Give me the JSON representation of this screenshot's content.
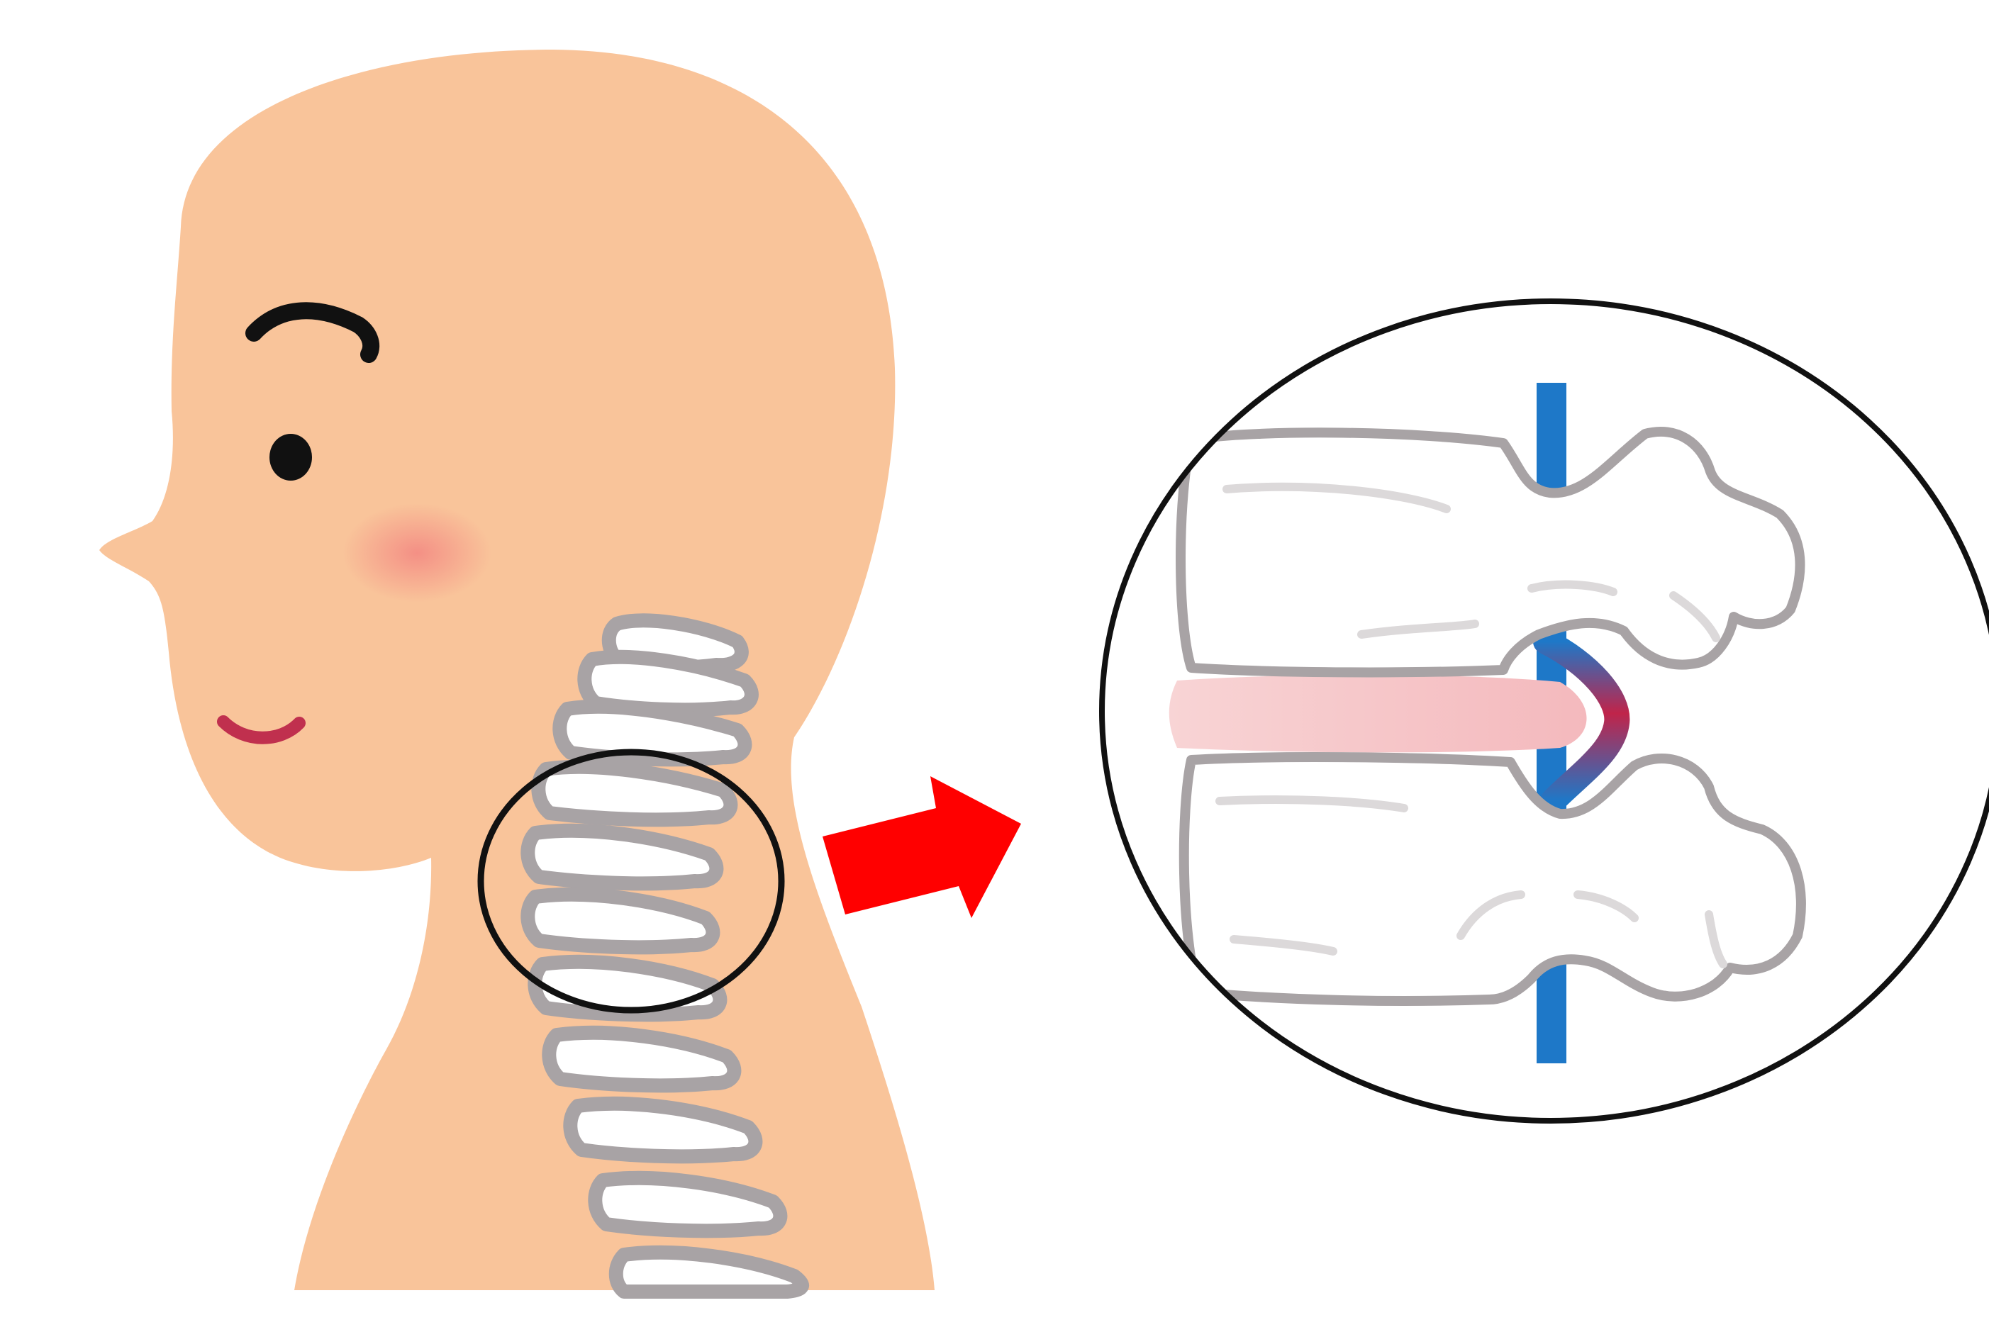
{
  "illustration": {
    "subject": "cervical-disc-herniation",
    "colors": {
      "skin": "#F9C49A",
      "cheek": "#F49A8E",
      "mouth": "#C0304E",
      "eye": "#111111",
      "bone_outline": "#A8A3A5",
      "bone_fill": "#FFFFFF",
      "bone_shade": "#D9D6D7",
      "arrow": "#FF0000",
      "nerve": "#1E78C8",
      "disc": "#F7C9CC",
      "herniation": "#B0244A",
      "zoom_circle": "#111111"
    },
    "icons": [
      "head-profile",
      "cervical-spine",
      "magnifier-circle",
      "arrow-right",
      "vertebra-cross-section",
      "spinal-nerve",
      "herniated-disc"
    ]
  }
}
